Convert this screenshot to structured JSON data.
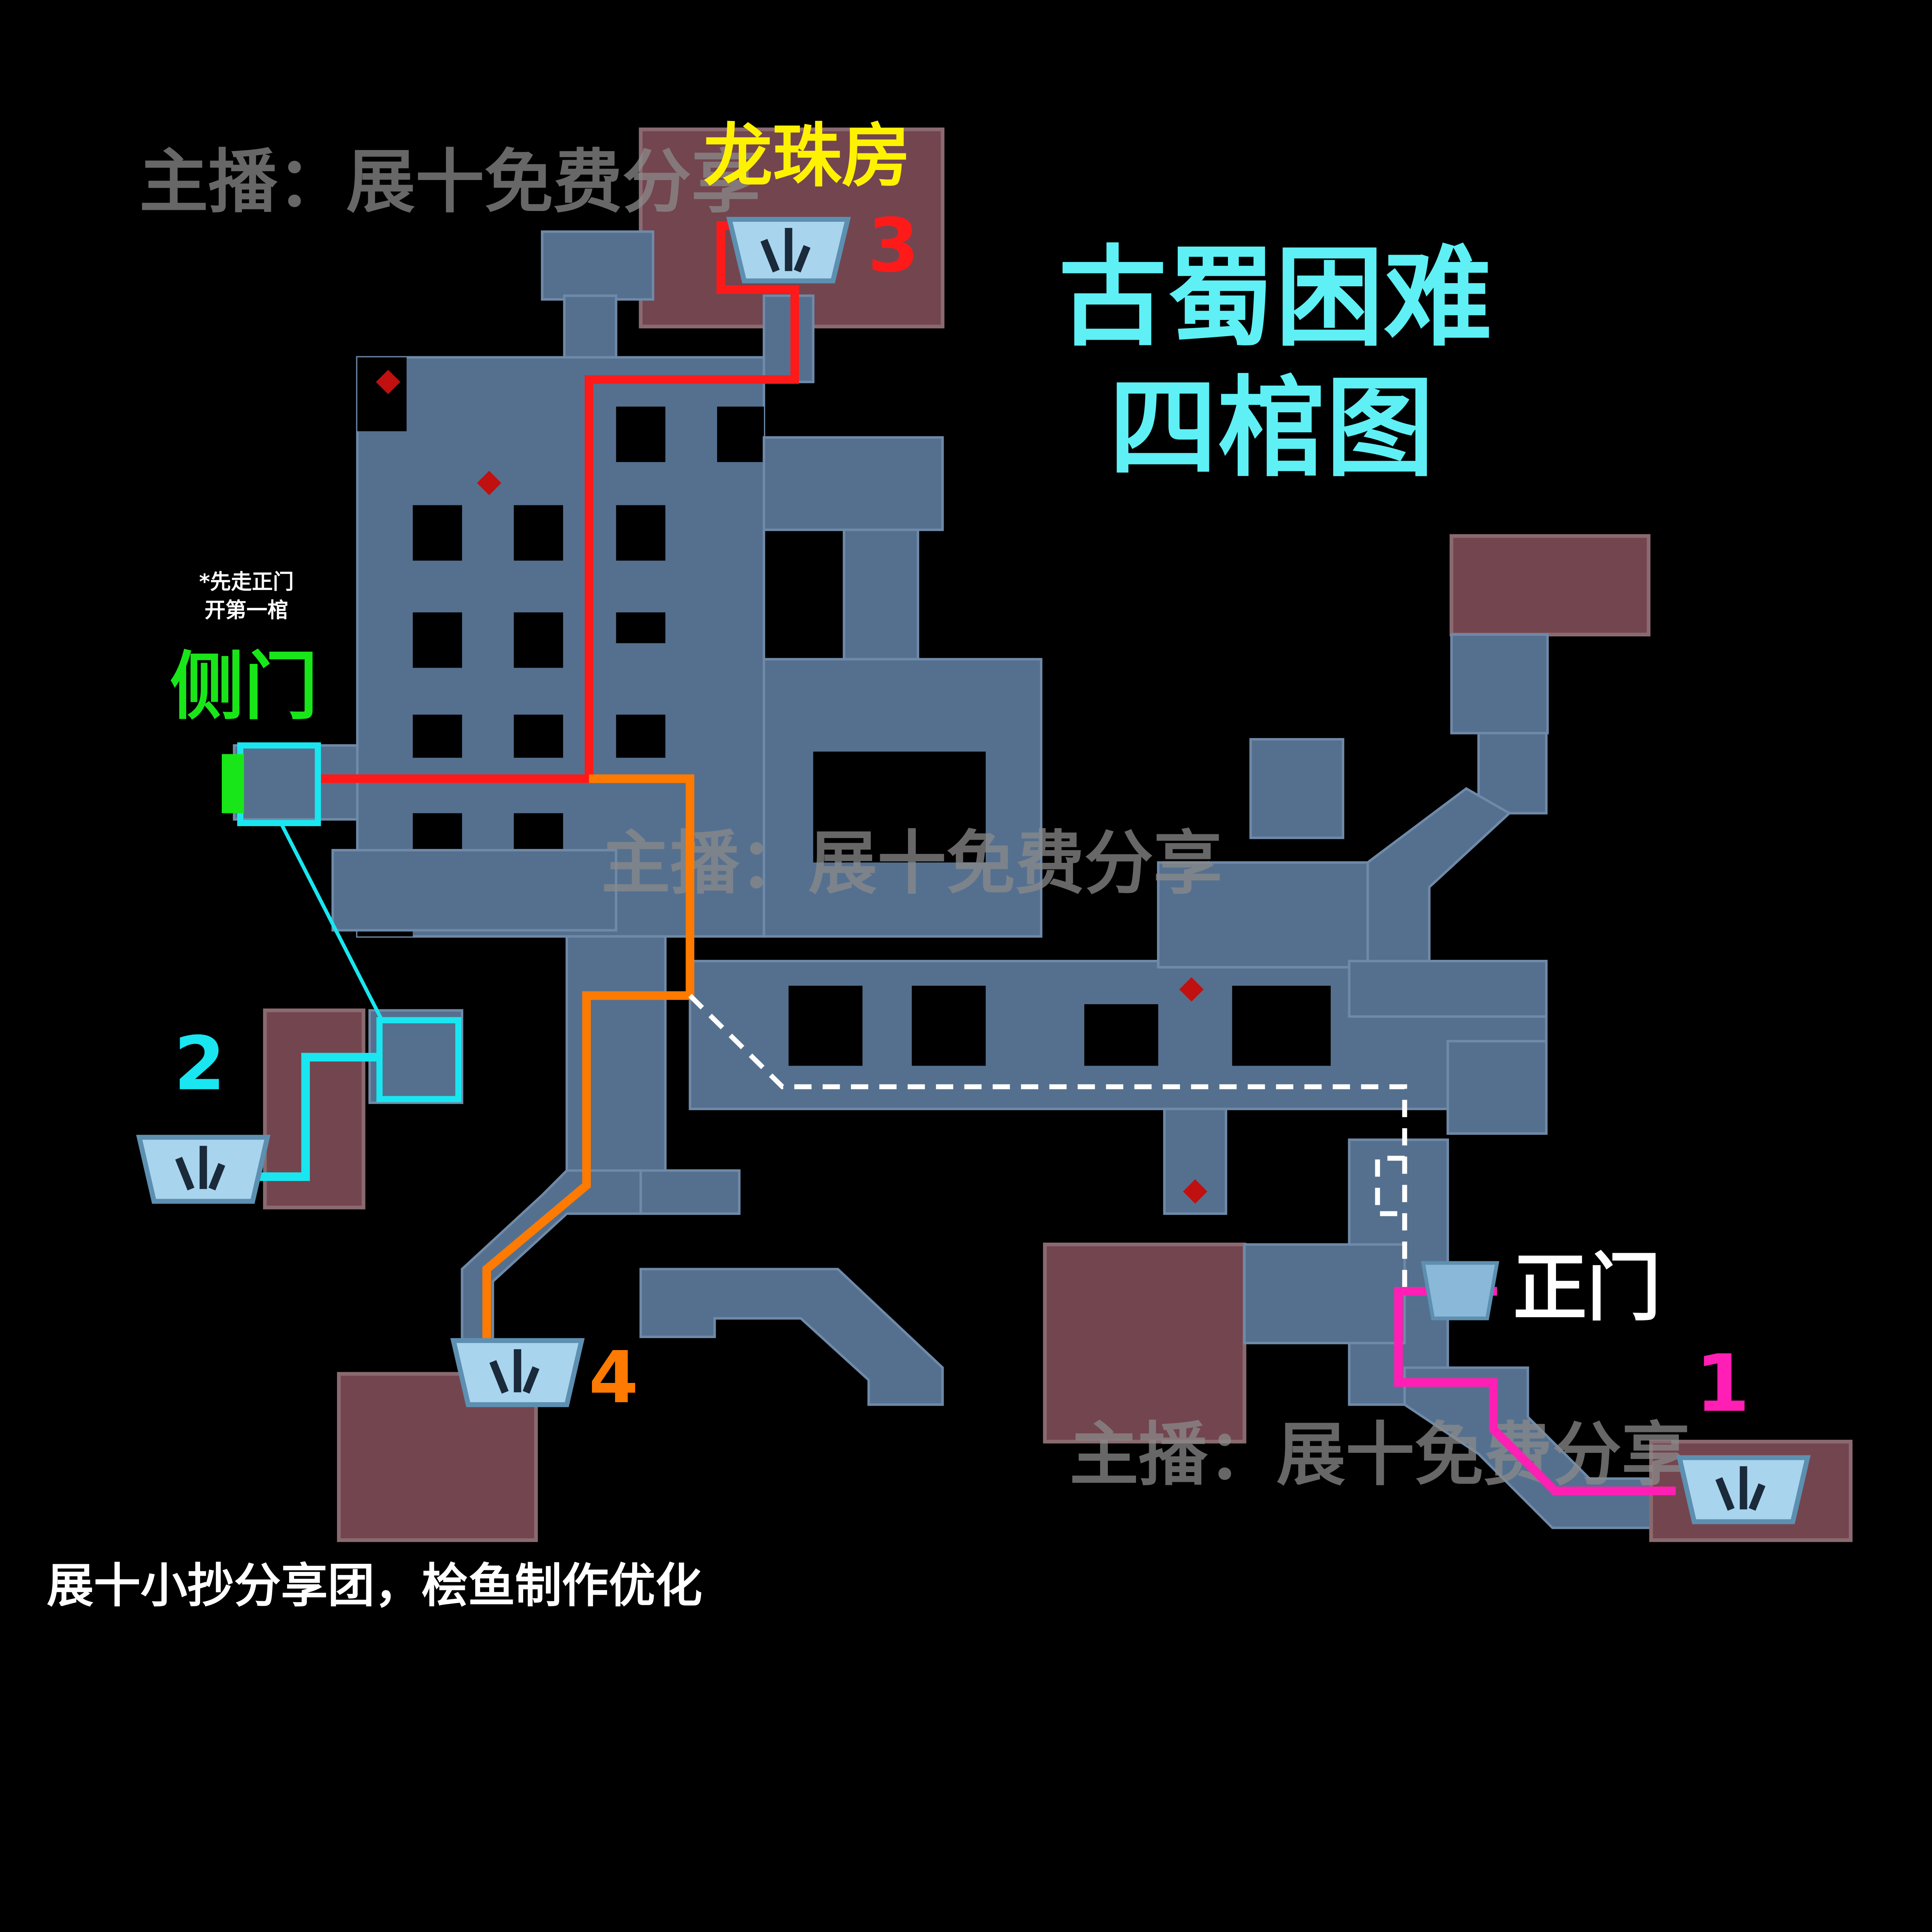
{
  "title": {
    "line1": "古蜀困难",
    "line2": "四棺图"
  },
  "labels": {
    "dragon_room": "龙珠房",
    "side_door": "侧门",
    "main_door": "正门",
    "note_line1": "*先走正门",
    "note_line2": "开第一棺"
  },
  "coffins": [
    {
      "number": "1",
      "color": "#ff1fb4"
    },
    {
      "number": "2",
      "color": "#19e6f0"
    },
    {
      "number": "3",
      "color": "#ff1a1a"
    },
    {
      "number": "4",
      "color": "#ff7a00"
    }
  ],
  "watermark": "主播：展十免费分享",
  "footer": "展十小抄分享团，桧鱼制作优化",
  "colors": {
    "title": "#5ef0f5",
    "dragon_room": "#fff200",
    "side_door": "#19e619",
    "path_red": "#ff1a1a",
    "path_orange": "#ff7a00",
    "path_cyan": "#19e6f0",
    "path_pink": "#ff1fb4",
    "path_dashed": "#ffffff"
  }
}
